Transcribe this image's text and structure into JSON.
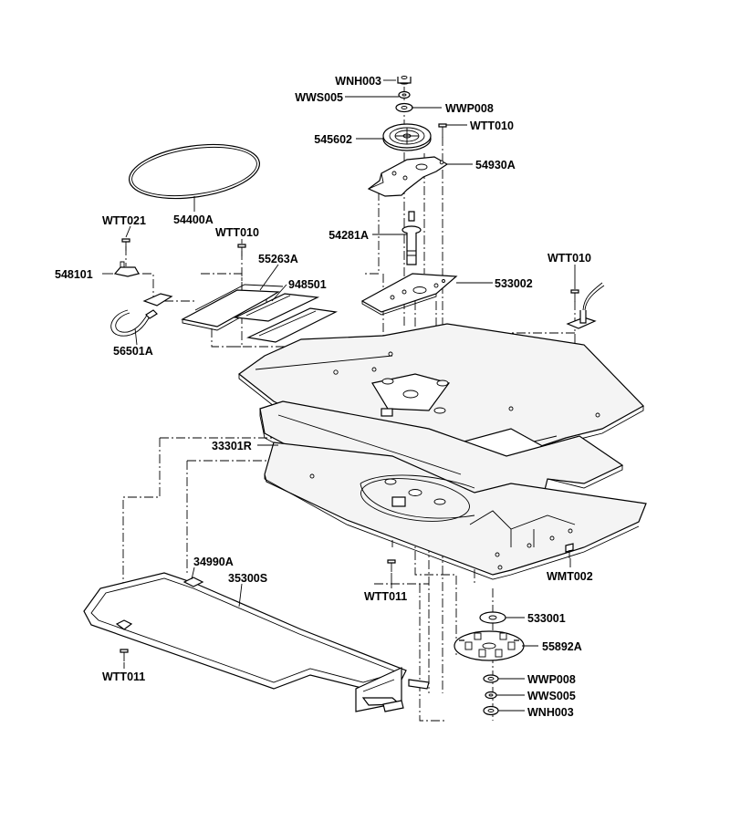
{
  "labels": {
    "wnh003_top": "WNH003",
    "wws005_top": "WWS005",
    "wwp008_top": "WWP008",
    "wtt010_a": "WTT010",
    "p545602": "545602",
    "p54930a": "54930A",
    "p54400a": "54400A",
    "wtt021": "WTT021",
    "wtt010_b": "WTT010",
    "p54281a": "54281A",
    "p548101": "548101",
    "p55263a": "55263A",
    "p948501": "948501",
    "p533002": "533002",
    "wtt010_c": "WTT010",
    "p56501a": "56501A",
    "p33301r": "33301R",
    "p34990a": "34990A",
    "p35300s": "35300S",
    "wmt002": "WMT002",
    "wtt011_mid": "WTT011",
    "p533001": "533001",
    "p55892a": "55892A",
    "wwp008_bot": "WWP008",
    "wws005_bot": "WWS005",
    "wnh003_bot": "WNH003",
    "wtt011_left": "WTT011"
  }
}
